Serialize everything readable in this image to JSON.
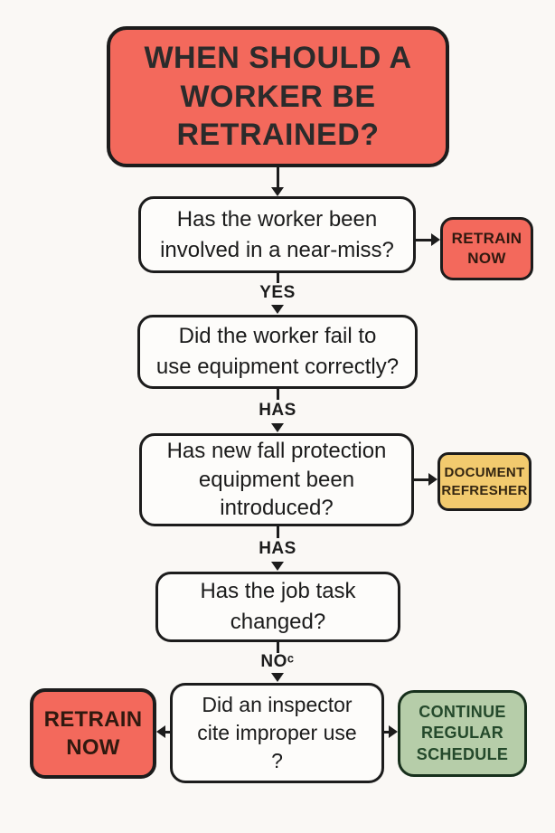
{
  "colors": {
    "background": "#FAF8F5",
    "box_red": "#F3695C",
    "box_yellow": "#F2CA6E",
    "box_green": "#B6CDA9",
    "outline": "#1C1C1C",
    "green_text": "#24492B"
  },
  "flowchart": {
    "title": "WHEN SHOULD A\nWORKER BE\nRETRAINED?",
    "nodes": {
      "q1": "Has the worker been\ninvolved in a near-miss?",
      "q2": "Did the worker fail to\nuse equipment correctly?",
      "q3": "Has new fall protection\nequipment been\nintroduced?",
      "q4": "Has the job task\nchanged?",
      "q5": "Did an inspector\ncite improper use\n?"
    },
    "edge_labels": {
      "yes": "YES",
      "has1": "HAS",
      "has2": "HAS",
      "no": "NOᶜ"
    },
    "actions": {
      "retrain_now_top": "RETRAIN\nNOW",
      "document_refresher": "DOCUMENT\nREFRESHER",
      "retrain_now_bottom": "RETRAIN\nNOW",
      "continue_schedule": "CONTINUE\nREGULAR\nSCHEDULE"
    }
  }
}
